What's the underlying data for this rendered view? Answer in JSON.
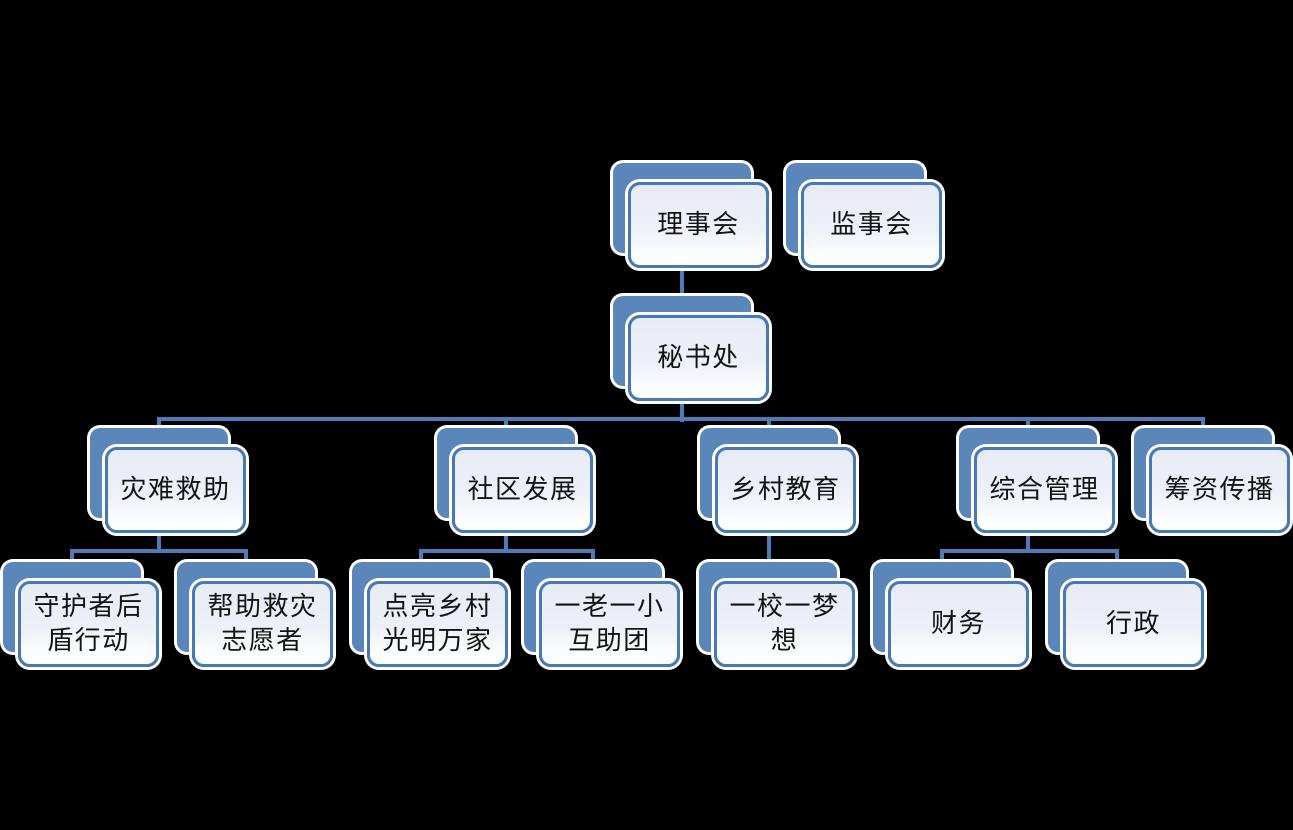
{
  "diagram": {
    "type": "org-chart",
    "background_color": "#000000",
    "colors": {
      "node_back_fill": "#5b86ba",
      "node_front_border": "#4879b7",
      "node_front_fill_top": "#e8ecf6",
      "node_front_fill_bottom": "#ffffff",
      "node_outline": "#ffffff",
      "connector": "#4e7bb5",
      "text": "#141414"
    },
    "nodes": {
      "board": {
        "label": "理事会",
        "level": 1
      },
      "supervisory_board": {
        "label": "监事会",
        "level": 1
      },
      "secretariat": {
        "label": "秘书处",
        "level": 2
      },
      "disaster_relief": {
        "label": "灾难救助",
        "level": 3
      },
      "community_development": {
        "label": "社区发展",
        "level": 3
      },
      "rural_education": {
        "label": "乡村教育",
        "level": 3
      },
      "general_management": {
        "label": "综合管理",
        "level": 3
      },
      "fundraising_communication": {
        "label": "筹资传播",
        "level": 3
      },
      "guardian_backup_action": {
        "label": "守护者后\n盾行动",
        "level": 4
      },
      "help_disaster_volunteers": {
        "label": "帮助救灾\n志愿者",
        "level": 4
      },
      "light_up_villages": {
        "label": "点亮乡村\n光明万家",
        "level": 4
      },
      "elderly_child_mutual_aid": {
        "label": "一老一小\n互助团",
        "level": 4
      },
      "one_school_one_dream": {
        "label": "一校一梦\n想",
        "level": 4
      },
      "finance": {
        "label": "财务",
        "level": 4
      },
      "administration": {
        "label": "行政",
        "level": 4
      }
    },
    "edges": [
      {
        "from": "board",
        "to": "secretariat"
      },
      {
        "from": "secretariat",
        "to": "disaster_relief"
      },
      {
        "from": "secretariat",
        "to": "community_development"
      },
      {
        "from": "secretariat",
        "to": "rural_education"
      },
      {
        "from": "secretariat",
        "to": "general_management"
      },
      {
        "from": "secretariat",
        "to": "fundraising_communication"
      },
      {
        "from": "disaster_relief",
        "to": "guardian_backup_action"
      },
      {
        "from": "disaster_relief",
        "to": "help_disaster_volunteers"
      },
      {
        "from": "community_development",
        "to": "light_up_villages"
      },
      {
        "from": "community_development",
        "to": "elderly_child_mutual_aid"
      },
      {
        "from": "rural_education",
        "to": "one_school_one_dream"
      },
      {
        "from": "general_management",
        "to": "finance"
      },
      {
        "from": "general_management",
        "to": "administration"
      }
    ]
  }
}
